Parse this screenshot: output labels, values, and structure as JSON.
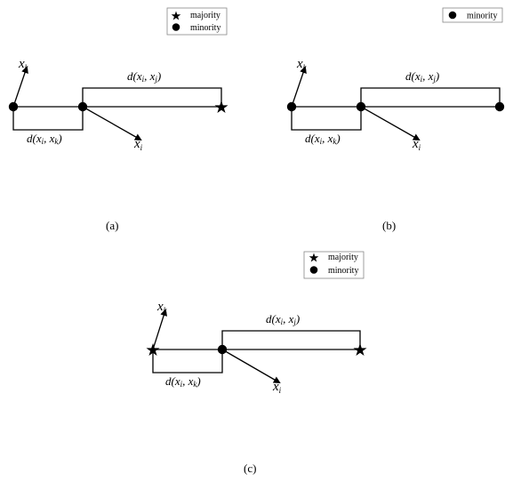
{
  "legend_a": {
    "majority": "majority",
    "minority": "minority"
  },
  "legend_b": {
    "minority": "minority"
  },
  "legend_c": {
    "majority": "majority",
    "minority": "minority"
  },
  "labels": {
    "d_ij": "d(x",
    "d_ij_sub1": "i",
    "d_ij_mid": ", x",
    "d_ij_sub2": "j",
    "d_ij_end": ")",
    "d_ik": "d(x",
    "d_ik_sub1": "i",
    "d_ik_mid": ", x",
    "d_ik_sub2": "k",
    "d_ik_end": ")",
    "xk": "x",
    "xk_sub": "k",
    "xi": "x",
    "xi_sub": "i"
  },
  "captions": {
    "a": "(a)",
    "b": "(b)",
    "c": "(c)"
  },
  "markers": {
    "a": [
      "minority",
      "minority",
      "majority"
    ],
    "b": [
      "minority",
      "minority",
      "minority"
    ],
    "c": [
      "majority",
      "minority",
      "majority"
    ]
  }
}
